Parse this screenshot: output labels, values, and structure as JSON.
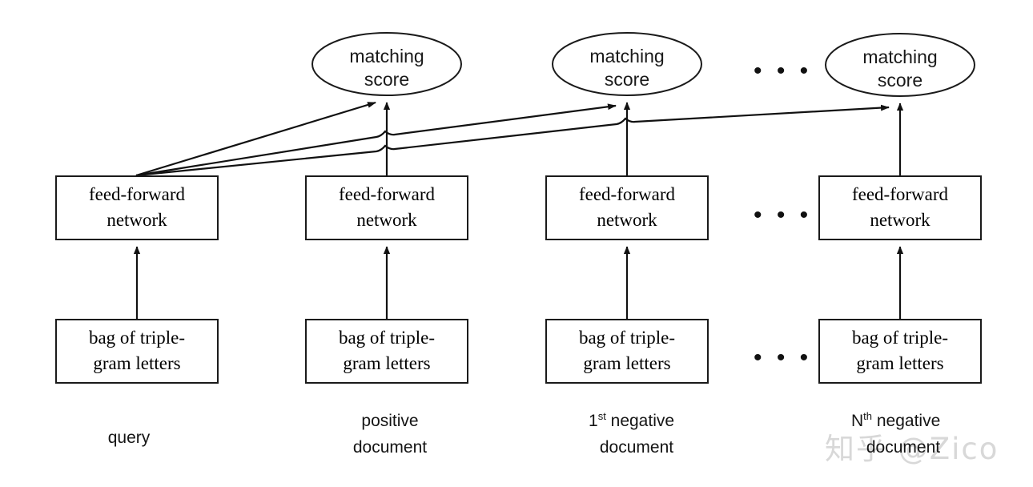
{
  "diagram": {
    "title": "DSSM query-document matching architecture",
    "colors": {
      "stroke": "#111111",
      "box_fill": "#ffffff",
      "background": "#ffffff",
      "watermark": "#d8d8d8"
    },
    "score_nodes": [
      {
        "line1": "matching",
        "line2": "score"
      },
      {
        "line1": "matching",
        "line2": "score"
      },
      {
        "line1": "matching",
        "line2": "score"
      }
    ],
    "network_nodes": [
      {
        "line1": "feed-forward",
        "line2": "network"
      },
      {
        "line1": "feed-forward",
        "line2": "network"
      },
      {
        "line1": "feed-forward",
        "line2": "network"
      },
      {
        "line1": "feed-forward",
        "line2": "network"
      }
    ],
    "input_nodes": [
      {
        "line1": "bag of triple-",
        "line2": "gram letters"
      },
      {
        "line1": "bag of triple-",
        "line2": "gram letters"
      },
      {
        "line1": "bag of triple-",
        "line2": "gram letters"
      },
      {
        "line1": "bag of triple-",
        "line2": "gram letters"
      }
    ],
    "captions": [
      {
        "line1": "query",
        "line2": "",
        "sup": ""
      },
      {
        "line1": "positive",
        "line2": "document",
        "sup": ""
      },
      {
        "line1": "1",
        "sup": "st",
        "line1_rest": " negative",
        "line2": "document"
      },
      {
        "line1": "N",
        "sup": "th",
        "line1_rest": " negative",
        "line2": "document"
      }
    ],
    "ellipsis": {
      "glyph": "• • •",
      "count": 3
    },
    "watermark": "知乎 @Zico"
  }
}
